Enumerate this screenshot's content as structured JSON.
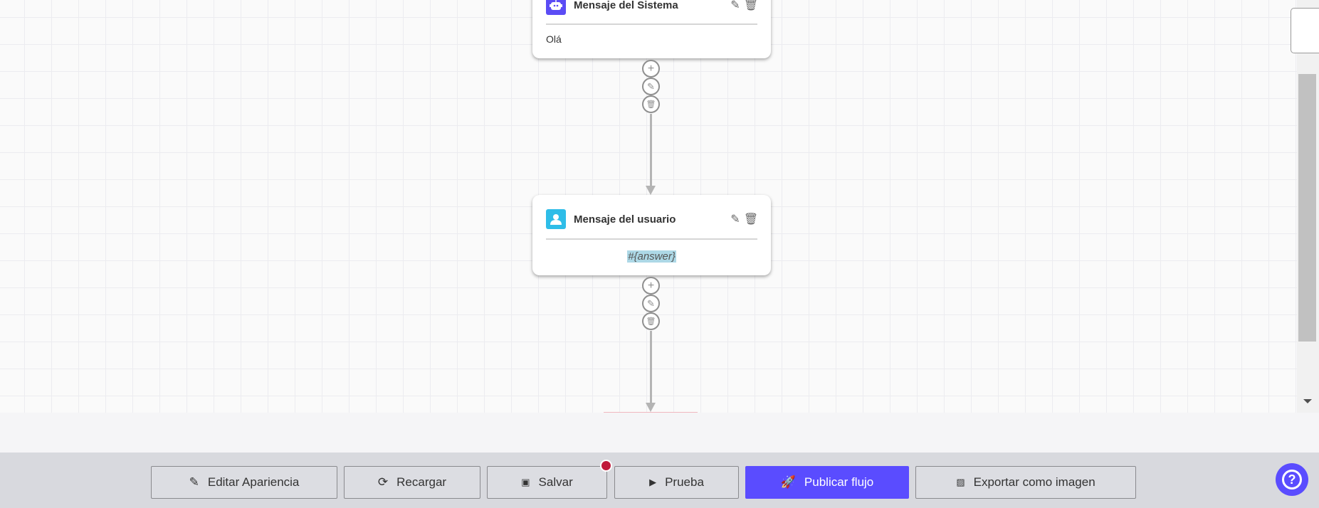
{
  "nodes": [
    {
      "title": "Mensaje del Sistema",
      "body": "Olá",
      "icon": "robot-icon",
      "icon_color": "#5b4cf5"
    },
    {
      "title": "Mensaje del usuario",
      "body": "#{answer}",
      "icon": "user-icon",
      "icon_color": "#2ebde8"
    }
  ],
  "toolbar": {
    "edit_appearance": "Editar Apariencia",
    "reload": "Recargar",
    "save": "Salvar",
    "test": "Prueba",
    "publish": "Publicar flujo",
    "export": "Exportar como imagen"
  },
  "colors": {
    "accent": "#5a4cff",
    "unsaved_dot": "#c0183a",
    "highlight": "#add8e6"
  }
}
